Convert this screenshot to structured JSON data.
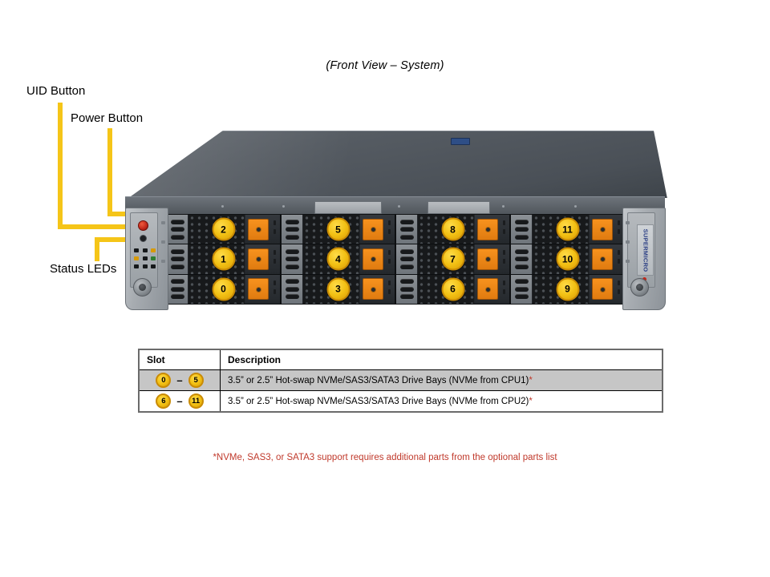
{
  "caption": "(Front View – System)",
  "callouts": [
    {
      "id": "uid",
      "label": "UID Button"
    },
    {
      "id": "power",
      "label": "Power Button"
    },
    {
      "id": "status",
      "label": "Status LEDs"
    }
  ],
  "chassis": {
    "brand": "SUPERMICRO",
    "bay_columns": [
      {
        "drives": [
          {
            "number": "2"
          },
          {
            "number": "1"
          },
          {
            "number": "0"
          }
        ]
      },
      {
        "drives": [
          {
            "number": "5"
          },
          {
            "number": "4"
          },
          {
            "number": "3"
          }
        ]
      },
      {
        "drives": [
          {
            "number": "8"
          },
          {
            "number": "7"
          },
          {
            "number": "6"
          }
        ]
      },
      {
        "drives": [
          {
            "number": "11"
          },
          {
            "number": "10"
          },
          {
            "number": "9"
          }
        ]
      }
    ]
  },
  "table": {
    "headers": {
      "slot": "Slot",
      "description": "Description"
    },
    "rows": [
      {
        "slot_from": "0",
        "slot_dash": "–",
        "slot_to": "5",
        "description": "3.5” or 2.5” Hot-swap NVMe/SAS3/SATA3 Drive  Bays (NVMe from  CPU1)",
        "asterisk": "*",
        "shaded": true
      },
      {
        "slot_from": "6",
        "slot_dash": "–",
        "slot_to": "11",
        "description": "3.5” or 2.5” Hot-swap NVMe/SAS3/SATA3 Drive  Bays (NVMe from  CPU2)",
        "asterisk": "*",
        "shaded": false
      }
    ]
  },
  "footnote": "*NVMe, SAS3, or SATA3 support requires  additional parts from  the optional parts list",
  "colors": {
    "callout_line": "#F5C518",
    "badge_gold": "#F2C013",
    "latch_orange": "#F7921E",
    "footnote_red": "#c0392b",
    "shaded_row": "#c6c6c6",
    "chassis_body": "#4a5057",
    "power_button_red": "#c0271a",
    "logo_blue": "#2b3f84"
  }
}
